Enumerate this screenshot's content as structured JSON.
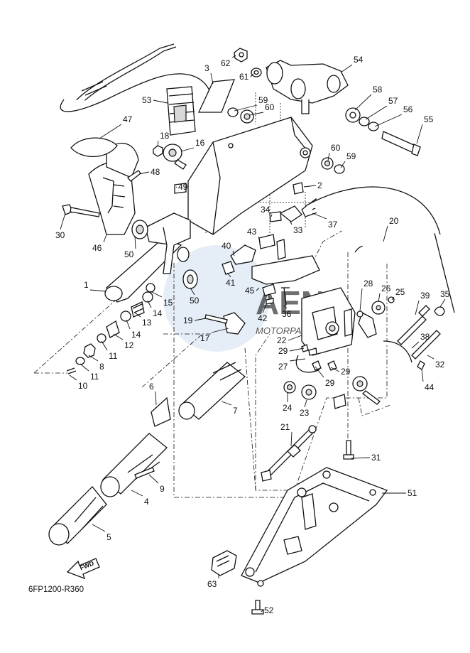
{
  "diagram_code": "6FP1200-R360",
  "fwd_label": "FWD",
  "watermark": {
    "text": "MOTORPARTS",
    "logo": "AEN"
  },
  "callouts": [
    "1",
    "2",
    "3",
    "4",
    "5",
    "6",
    "7",
    "8",
    "9",
    "10",
    "11",
    "11",
    "12",
    "13",
    "14",
    "14",
    "15",
    "16",
    "17",
    "18",
    "19",
    "20",
    "21",
    "22",
    "23",
    "24",
    "25",
    "26",
    "27",
    "28",
    "29",
    "29",
    "29",
    "30",
    "31",
    "32",
    "33",
    "34",
    "35",
    "36",
    "37",
    "38",
    "39",
    "40",
    "41",
    "42",
    "43",
    "44",
    "45",
    "46",
    "47",
    "48",
    "49",
    "50",
    "50",
    "51",
    "52",
    "53",
    "54",
    "55",
    "56",
    "57",
    "58",
    "59",
    "59",
    "60",
    "60",
    "61",
    "62",
    "63"
  ]
}
